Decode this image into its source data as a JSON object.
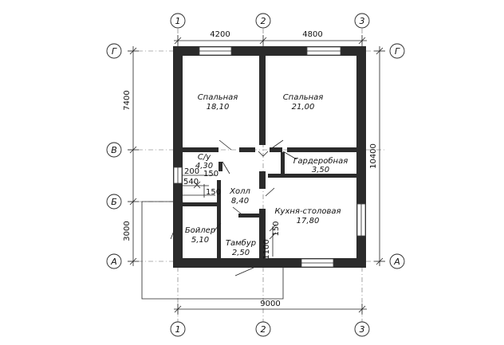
{
  "axes": {
    "numbers": [
      "1",
      "2",
      "3"
    ],
    "letters": [
      "Г",
      "В",
      "Б",
      "А"
    ]
  },
  "dimensions": {
    "top_span_1": "4200",
    "top_span_2": "4800",
    "bottom_total": "9000",
    "right_total": "10400",
    "left_upper": "7400",
    "left_lower": "3000",
    "small_200": "200",
    "small_150a": "150",
    "small_540": "540",
    "small_150b": "150",
    "small_1100": "1100",
    "small_150c": "150"
  },
  "rooms": {
    "bedroom1": {
      "name": "Спальная",
      "area": "18,10"
    },
    "bedroom2": {
      "name": "Спальная",
      "area": "21,00"
    },
    "bathroom": {
      "name": "С/у",
      "area": "4,30"
    },
    "wardrobe": {
      "name": "Гардеробная",
      "area": "3,50"
    },
    "hall": {
      "name": "Холл",
      "area": "8,40"
    },
    "kitchen": {
      "name": "Кухня-столовая",
      "area": "17,80"
    },
    "boiler": {
      "name": "Бойлер",
      "area": "5,10"
    },
    "vestibule": {
      "name": "Тамбур",
      "area": "2,50"
    }
  }
}
